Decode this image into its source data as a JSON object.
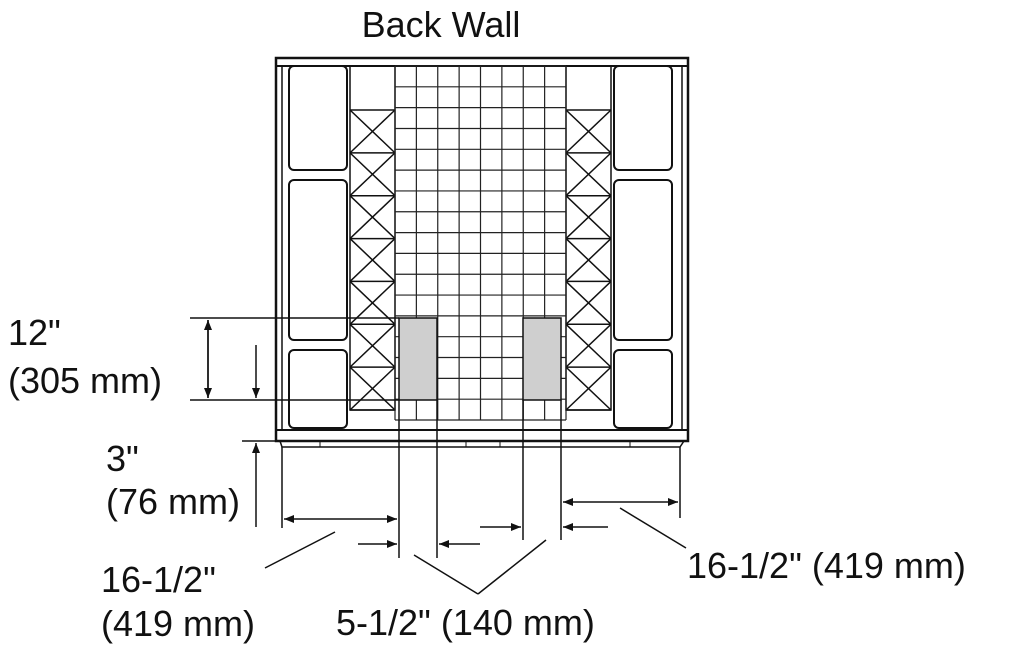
{
  "title": "Back Wall",
  "dimensions": {
    "height_in": "12\"",
    "height_mm": "(305 mm)",
    "offset_in": "3\"",
    "offset_mm": "(76 mm)",
    "left_in": "16-1/2\"",
    "left_mm": "(419 mm)",
    "center": "5-1/2\" (140 mm)",
    "right": "16-1/2\" (419 mm)"
  },
  "colors": {
    "line": "#111111",
    "grid": "#222222",
    "block_fill": "#cfcfcf",
    "background": "#ffffff"
  }
}
